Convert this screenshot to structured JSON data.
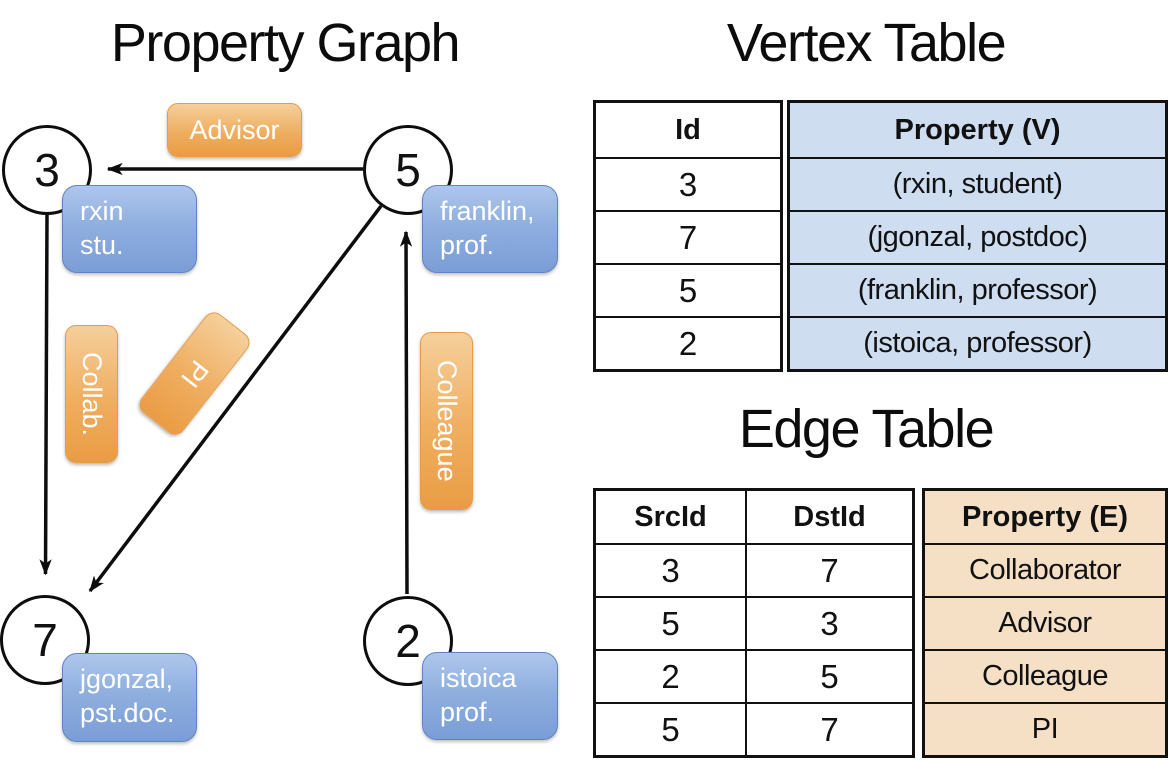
{
  "graph": {
    "title": "Property Graph",
    "nodes": [
      {
        "id": "3"
      },
      {
        "id": "5"
      },
      {
        "id": "7"
      },
      {
        "id": "2"
      }
    ],
    "vertex_labels": {
      "rxin": {
        "line1": "rxin",
        "line2": "stu."
      },
      "franklin": {
        "line1": "franklin,",
        "line2": "prof."
      },
      "jgonzal": {
        "line1": "jgonzal,",
        "line2": "pst.doc."
      },
      "istoica": {
        "line1": "istoica",
        "line2": "prof."
      }
    },
    "edge_labels": {
      "advisor": "Advisor",
      "collab": "Collab.",
      "pi": "PI",
      "colleague": "Colleague"
    }
  },
  "vertex_table": {
    "title": "Vertex Table",
    "columns": {
      "id": "Id",
      "property": "Property (V)"
    },
    "rows": [
      {
        "id": "3",
        "property": "(rxin, student)"
      },
      {
        "id": "7",
        "property": "(jgonzal, postdoc)"
      },
      {
        "id": "5",
        "property": "(franklin, professor)"
      },
      {
        "id": "2",
        "property": "(istoica, professor)"
      }
    ]
  },
  "edge_table": {
    "title": "Edge Table",
    "columns": {
      "src": "SrcId",
      "dst": "DstId",
      "property": "Property (E)"
    },
    "rows": [
      {
        "src": "3",
        "dst": "7",
        "property": "Collaborator"
      },
      {
        "src": "5",
        "dst": "3",
        "property": "Advisor"
      },
      {
        "src": "2",
        "dst": "5",
        "property": "Colleague"
      },
      {
        "src": "5",
        "dst": "7",
        "property": "PI"
      }
    ]
  },
  "colors": {
    "edge_label_orange": "#eda44f",
    "vertex_label_blue": "#8aaadd",
    "vertex_cell_blue": "#cfddf1",
    "edge_cell_tan": "#f5dfc5",
    "line_black": "#111111"
  }
}
